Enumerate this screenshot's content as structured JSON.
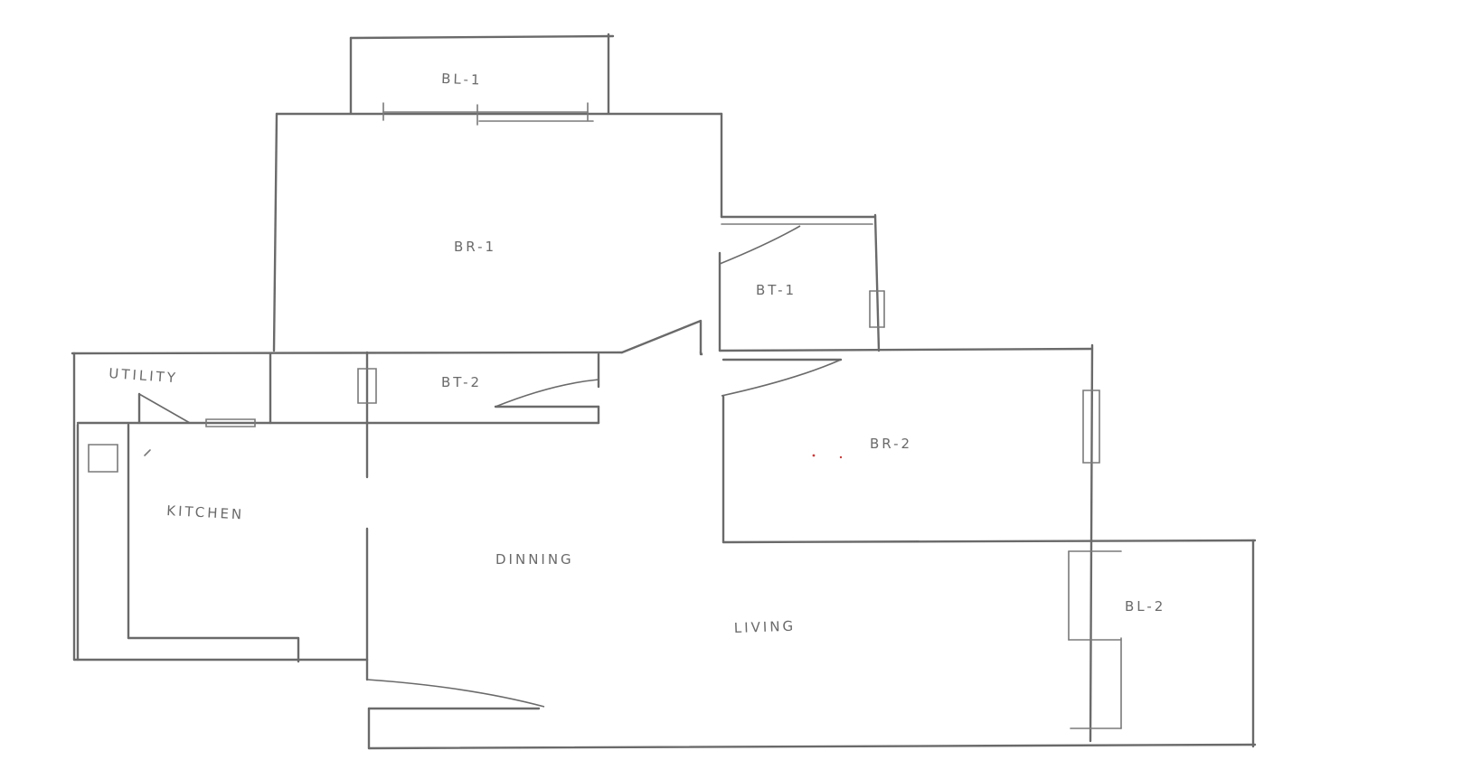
{
  "rooms": {
    "bl1": "BL-1",
    "br1": "BR-1",
    "bt1": "BT-1",
    "utility": "UTILITY",
    "bt2": "BT-2",
    "br2": "BR-2",
    "kitchen": "KITCHEN",
    "dining": "DINNING",
    "living": "LIVING",
    "bl2": "BL-2"
  },
  "colors": {
    "line": "#6a6a6a",
    "background": "#ffffff"
  }
}
